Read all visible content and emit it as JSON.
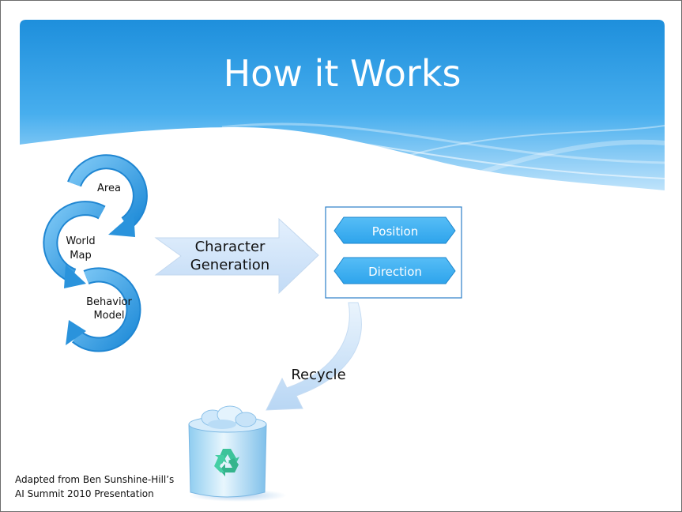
{
  "slide": {
    "title": "How it Works",
    "cycle_labels": {
      "area": "Area",
      "world_map_line1": "World",
      "world_map_line2": "Map",
      "behavior_model_line1": "Behavior",
      "behavior_model_line2": "Model"
    },
    "arrow_label_line1": "Character",
    "arrow_label_line2": "Generation",
    "output_items": [
      "Position",
      "Direction"
    ],
    "recycle_label": "Recycle",
    "credit_line1": "Adapted from Ben Sunshine-Hill’s",
    "credit_line2": "AI Summit 2010 Presentation",
    "icons": [
      "recycle-icon",
      "trash-bin-icon"
    ]
  },
  "colors": {
    "header_top": "#2196e0",
    "header_bottom": "#b9e0fb",
    "cycle_blue": "#3ba3e6",
    "big_arrow": "#cfe4fb",
    "hexagon": "#3fb0f2",
    "recycle_green": "#3cc39a"
  }
}
